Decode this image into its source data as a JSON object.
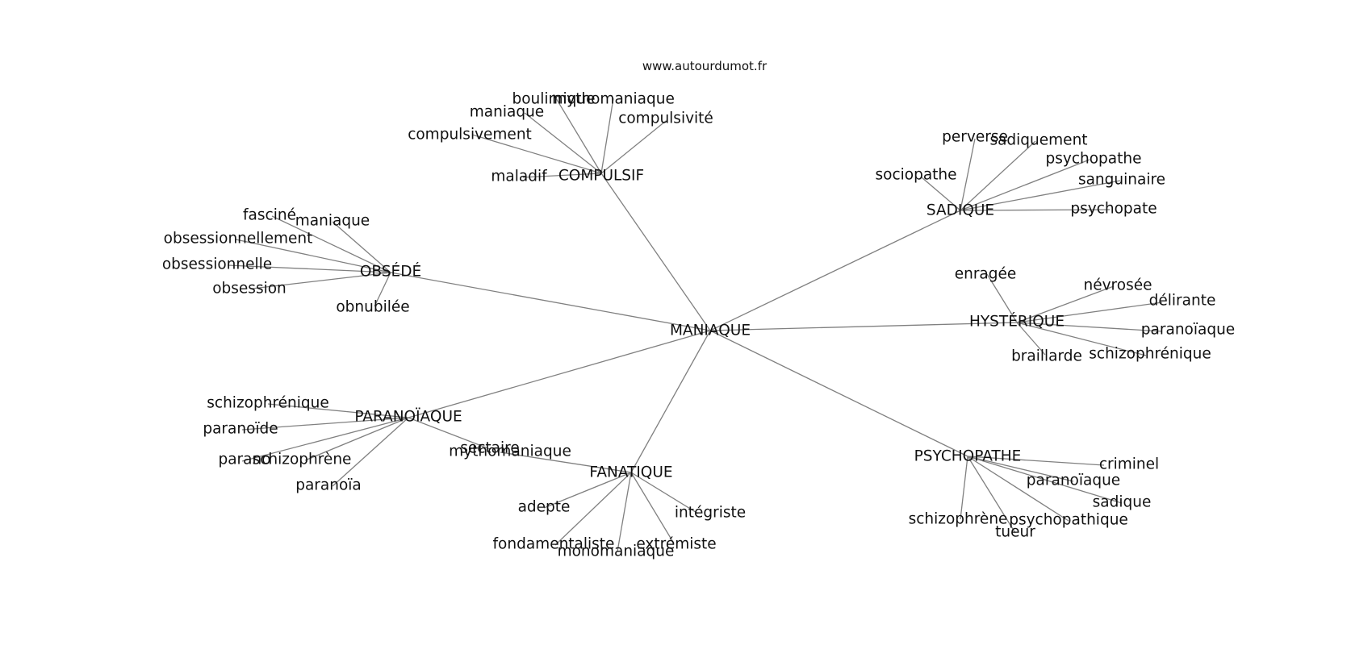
{
  "source": "www.autourdumot.fr",
  "center": "MANIAQUE",
  "groups": [
    {
      "id": "compulsif",
      "label": "COMPULSIF",
      "leaves": [
        "boulimique",
        "mythomaniaque",
        "maniaque",
        "compulsivité",
        "compulsivement",
        "maladif"
      ]
    },
    {
      "id": "sadique",
      "label": "SADIQUE",
      "leaves": [
        "perverse",
        "sadiquement",
        "psychopathe",
        "sociopathe",
        "sanguinaire",
        "psychopate"
      ]
    },
    {
      "id": "obsede",
      "label": "OBSÉDÉ",
      "leaves": [
        "fasciné",
        "maniaque",
        "obsessionnellement",
        "obsessionnelle",
        "obsession",
        "obnubilée"
      ]
    },
    {
      "id": "hysterique",
      "label": "HYSTÉRIQUE",
      "leaves": [
        "enragée",
        "névrosée",
        "délirante",
        "paranoïaque",
        "braillarde",
        "schizophrénique"
      ]
    },
    {
      "id": "paranoiaque",
      "label": "PARANOÏAQUE",
      "leaves": [
        "schizophrénique",
        "paranoïde",
        "parano",
        "schizophrène",
        "paranoïa",
        "sectaire"
      ]
    },
    {
      "id": "fanatique",
      "label": "FANATIQUE",
      "leaves": [
        "mythomaniaque",
        "adepte",
        "intégriste",
        "fondamentaliste",
        "extrémiste",
        "monomaniaque"
      ]
    },
    {
      "id": "psychopathe",
      "label": "PSYCHOPATHE",
      "leaves": [
        "criminel",
        "paranoïaque",
        "sadique",
        "schizophrène",
        "psychopathique",
        "tueur"
      ]
    }
  ]
}
